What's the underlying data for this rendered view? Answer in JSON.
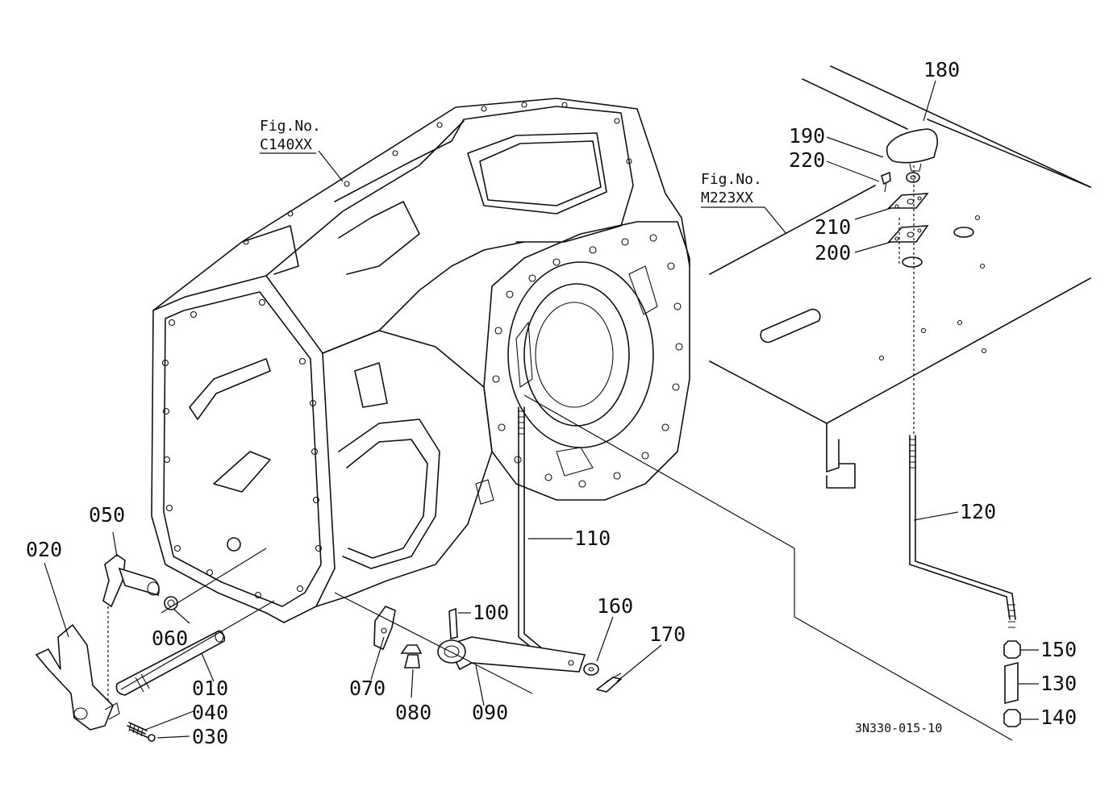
{
  "diagram_code": "3N330-015-10",
  "figure_refs": [
    {
      "line1": "Fig.No.",
      "line2": "C140XX"
    },
    {
      "line1": "Fig.No.",
      "line2": "M223XX"
    }
  ],
  "parts": {
    "p010": "010",
    "p020": "020",
    "p030": "030",
    "p040": "040",
    "p050": "050",
    "p060": "060",
    "p070": "070",
    "p080": "080",
    "p090": "090",
    "p100": "100",
    "p110": "110",
    "p120": "120",
    "p130": "130",
    "p140": "140",
    "p150": "150",
    "p160": "160",
    "p170": "170",
    "p180": "180",
    "p190": "190",
    "p200": "200",
    "p210": "210",
    "p220": "220"
  }
}
